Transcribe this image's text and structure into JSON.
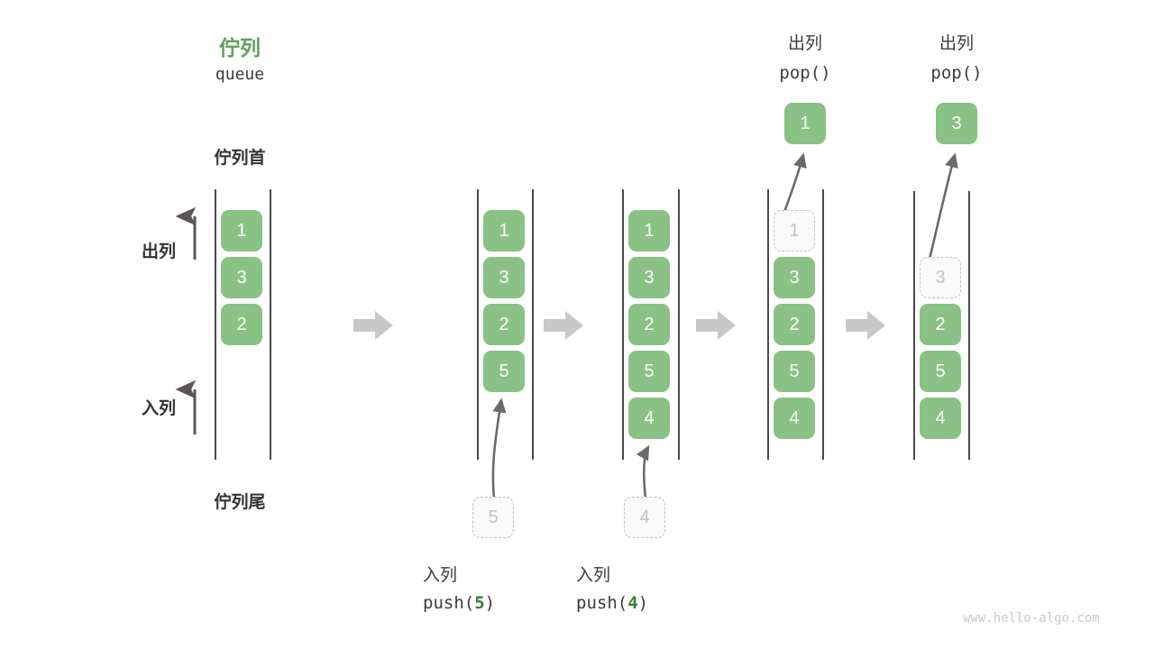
{
  "diagram": {
    "title_cn": "佇列",
    "title_en": "queue",
    "head_label": "佇列首",
    "tail_label": "佇列尾",
    "dequeue_label": "出列",
    "enqueue_label": "入列",
    "watermark": "www.hello-algo.com",
    "colors": {
      "cell_green": "#8ac185",
      "title_green": "#5FA25C",
      "code_green": "#3a7d35",
      "rail_gray": "#4a4a4a",
      "ghost_gray": "#c2c2c2",
      "arrow_gray": "#c8c8c8",
      "curve_gray": "#6b6b6b",
      "text_dark": "#333333",
      "watermark_gray": "#c9c9c9"
    }
  },
  "steps": [
    {
      "id": "initial",
      "header_cn": "",
      "header_code": "",
      "header_code_arg": "",
      "cells": [
        "1",
        "3",
        "2"
      ],
      "ghost_index": -1,
      "popped_value": "",
      "input_value": "",
      "caption_cn": "",
      "caption_code_prefix": "",
      "caption_code_arg": "",
      "caption_code_suffix": ""
    },
    {
      "id": "push-5",
      "header_cn": "",
      "header_code": "",
      "header_code_arg": "",
      "cells": [
        "1",
        "3",
        "2",
        "5"
      ],
      "ghost_index": -1,
      "popped_value": "",
      "input_value": "5",
      "caption_cn": "入列",
      "caption_code_prefix": "push(",
      "caption_code_arg": "5",
      "caption_code_suffix": ")"
    },
    {
      "id": "push-4",
      "header_cn": "",
      "header_code": "",
      "header_code_arg": "",
      "cells": [
        "1",
        "3",
        "2",
        "5",
        "4"
      ],
      "ghost_index": -1,
      "popped_value": "",
      "input_value": "4",
      "caption_cn": "入列",
      "caption_code_prefix": "push(",
      "caption_code_arg": "4",
      "caption_code_suffix": ")"
    },
    {
      "id": "pop-1",
      "header_cn": "出列",
      "header_code": "pop()",
      "header_code_arg": "",
      "cells": [
        "1",
        "3",
        "2",
        "5",
        "4"
      ],
      "ghost_index": 0,
      "popped_value": "1",
      "input_value": "",
      "caption_cn": "",
      "caption_code_prefix": "",
      "caption_code_arg": "",
      "caption_code_suffix": ""
    },
    {
      "id": "pop-3",
      "header_cn": "出列",
      "header_code": "pop()",
      "header_code_arg": "",
      "cells": [
        "3",
        "2",
        "5",
        "4"
      ],
      "ghost_index": 0,
      "popped_value": "3",
      "input_value": "",
      "caption_cn": "",
      "caption_code_prefix": "",
      "caption_code_arg": "",
      "caption_code_suffix": ""
    }
  ]
}
